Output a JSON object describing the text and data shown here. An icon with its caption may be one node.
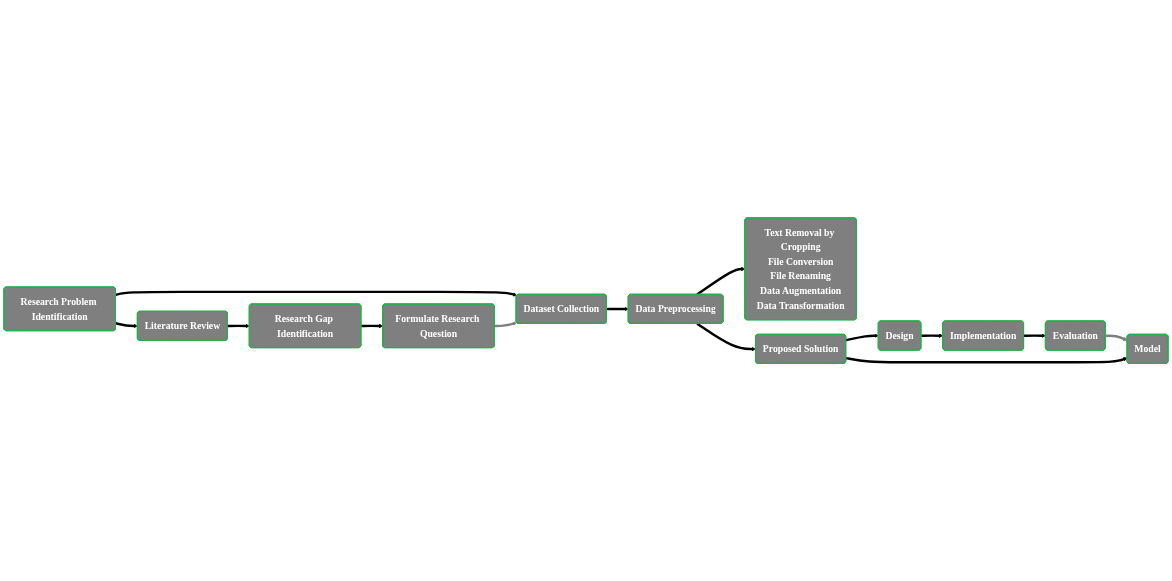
{
  "diagram": {
    "nodes": [
      {
        "text": [
          "Research Problem Identification"
        ]
      },
      {
        "text": [
          "Literature Review"
        ]
      },
      {
        "text": [
          "Research Gap Identification"
        ]
      },
      {
        "text": [
          "Formulate Research Question"
        ]
      },
      {
        "text": [
          "Dataset Collection"
        ]
      },
      {
        "text": [
          "Data Preprocessing"
        ]
      },
      {
        "text": [
          "Text Removal by Cropping",
          "File Conversion",
          "File Renaming",
          "Data Augmentation",
          "Data Transformation"
        ]
      },
      {
        "text": [
          "Proposed Solution"
        ]
      },
      {
        "text": [
          "Design"
        ]
      },
      {
        "text": [
          "Implementation"
        ]
      },
      {
        "text": [
          "Evaluation"
        ]
      },
      {
        "text": [
          "Model"
        ]
      }
    ],
    "edges": [
      {
        "from": 0,
        "to": 4,
        "arrow": "to"
      },
      {
        "from": 0,
        "to": 1,
        "arrow": "to"
      },
      {
        "from": 1,
        "to": 2,
        "arrow": "to"
      },
      {
        "from": 2,
        "to": 3,
        "arrow": "to"
      },
      {
        "from": 3,
        "to": 4,
        "arrow": "to",
        "color": "#808080"
      },
      {
        "from": 4,
        "to": 5,
        "arrow": "to"
      },
      {
        "from": 5,
        "to": 6,
        "arrow": "to"
      },
      {
        "from": 5,
        "to": 7,
        "arrow": "to"
      },
      {
        "from": 7,
        "to": 8,
        "arrow": "to"
      },
      {
        "from": 8,
        "to": 9,
        "arrow": "to"
      },
      {
        "from": 9,
        "to": 10,
        "arrow": "to"
      },
      {
        "from": 10,
        "to": 11,
        "arrow": "to",
        "color": "#808080"
      },
      {
        "from": 7,
        "to": 11,
        "arrow": "to"
      }
    ]
  }
}
